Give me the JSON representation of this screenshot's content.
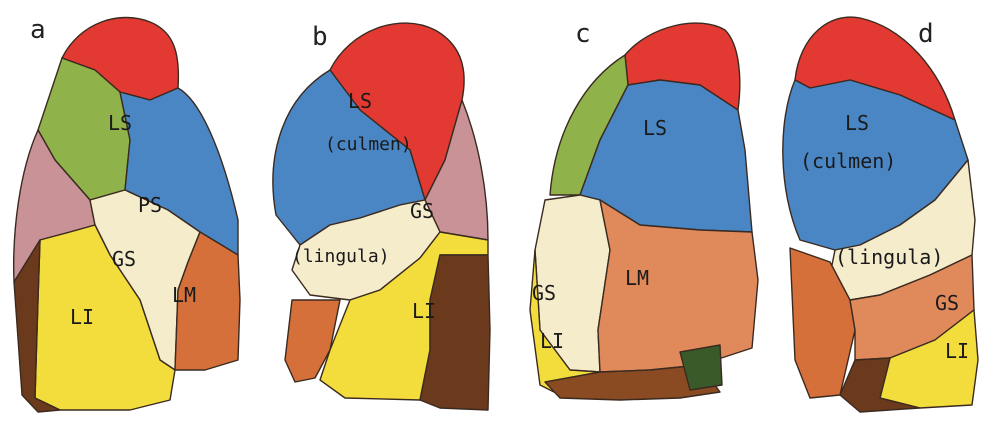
{
  "panels": [
    {
      "letter": "a",
      "labels": {
        "ls": "LS",
        "ps": "PS",
        "gs": "GS",
        "lm": "LM",
        "li": "LI"
      }
    },
    {
      "letter": "b",
      "labels": {
        "ls": "LS",
        "ls_sub": "(culmen)",
        "gs": "GS",
        "lingula": "(lingula)",
        "li": "LI"
      }
    },
    {
      "letter": "c",
      "labels": {
        "ls": "LS",
        "lm": "LM",
        "gs": "GS",
        "li": "LI"
      }
    },
    {
      "letter": "d",
      "labels": {
        "ls": "LS",
        "ls_sub": "(culmen)",
        "lingula": "(lingula)",
        "gs": "GS",
        "li": "LI"
      }
    }
  ],
  "colors": {
    "red": "#e23a32",
    "blue": "#4a86c4",
    "green": "#8fb24a",
    "pink": "#c99297",
    "cream": "#f4eccb",
    "orange": "#d5703a",
    "salmon": "#e08a5c",
    "yellow": "#f3dd3c",
    "brown": "#6b3a1c"
  }
}
